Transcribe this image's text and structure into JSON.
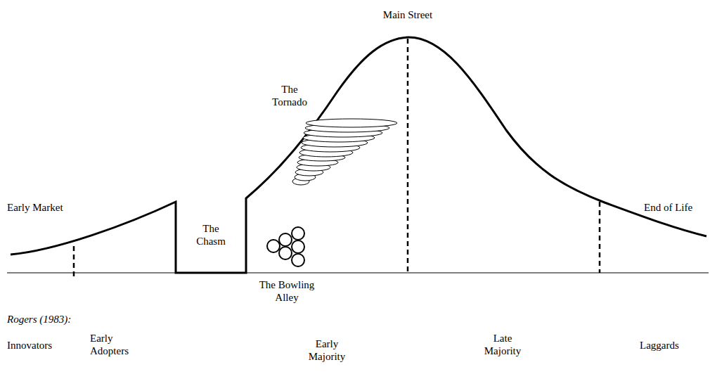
{
  "diagram": {
    "labels": [
      "Main Street",
      "The Tornado",
      "Early Market",
      "The Chasm",
      "End of Life",
      "The Bowling Alley",
      "Rogers (1983):",
      "Innovators",
      "Early Adopters",
      "Early Majority",
      "Late Majority",
      "Laggards"
    ]
  }
}
